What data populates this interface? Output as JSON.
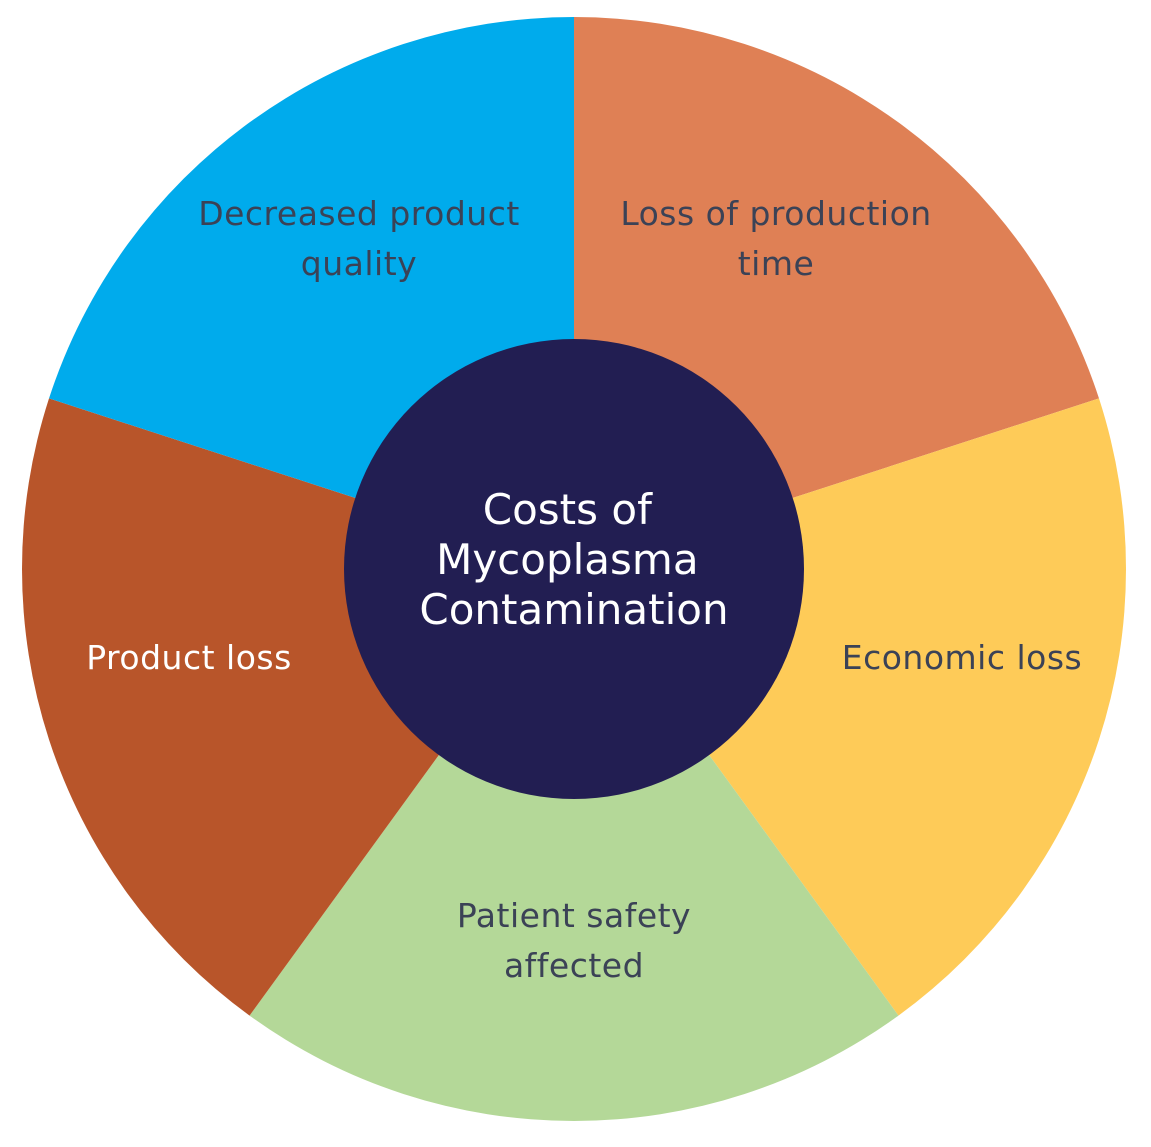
{
  "center": {
    "lines": [
      "Costs of",
      "Mycoplasma",
      "Contamination"
    ],
    "color": "#221e52"
  },
  "segments": [
    {
      "id": "loss-of-production-time",
      "lines": [
        "Loss of production",
        "time"
      ],
      "color": "#df8055",
      "text_light": false
    },
    {
      "id": "economic-loss",
      "lines": [
        "Economic loss"
      ],
      "color": "#fecb58",
      "text_light": false
    },
    {
      "id": "patient-safety-affected",
      "lines": [
        "Patient safety",
        "affected"
      ],
      "color": "#b4d898",
      "text_light": false
    },
    {
      "id": "product-loss",
      "lines": [
        "Product loss"
      ],
      "color": "#b8552a",
      "text_light": true
    },
    {
      "id": "decreased-product-quality",
      "lines": [
        "Decreased product",
        "quality"
      ],
      "color": "#00abec",
      "text_light": false
    }
  ]
}
